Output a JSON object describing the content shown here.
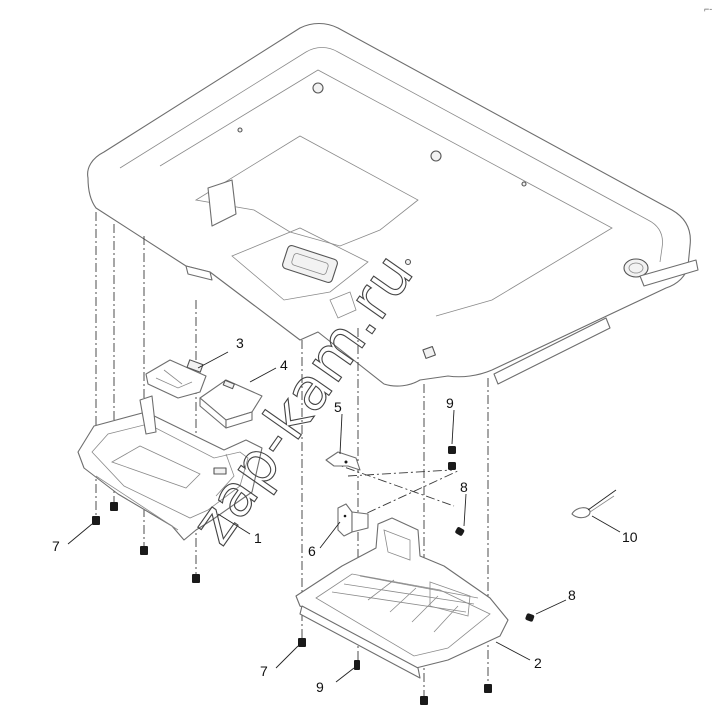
{
  "watermark": "zap-kam.ru",
  "corner_mark": "⌐-",
  "callouts": [
    {
      "id": "label-1",
      "text": "1"
    },
    {
      "id": "label-2",
      "text": "2"
    },
    {
      "id": "label-3",
      "text": "3"
    },
    {
      "id": "label-4",
      "text": "4"
    },
    {
      "id": "label-5",
      "text": "5"
    },
    {
      "id": "label-6",
      "text": "6"
    },
    {
      "id": "label-7a",
      "text": "7"
    },
    {
      "id": "label-7b",
      "text": "7"
    },
    {
      "id": "label-8a",
      "text": "8"
    },
    {
      "id": "label-8b",
      "text": "8"
    },
    {
      "id": "label-9a",
      "text": "9"
    },
    {
      "id": "label-9b",
      "text": "9"
    },
    {
      "id": "label-10",
      "text": "10"
    }
  ]
}
